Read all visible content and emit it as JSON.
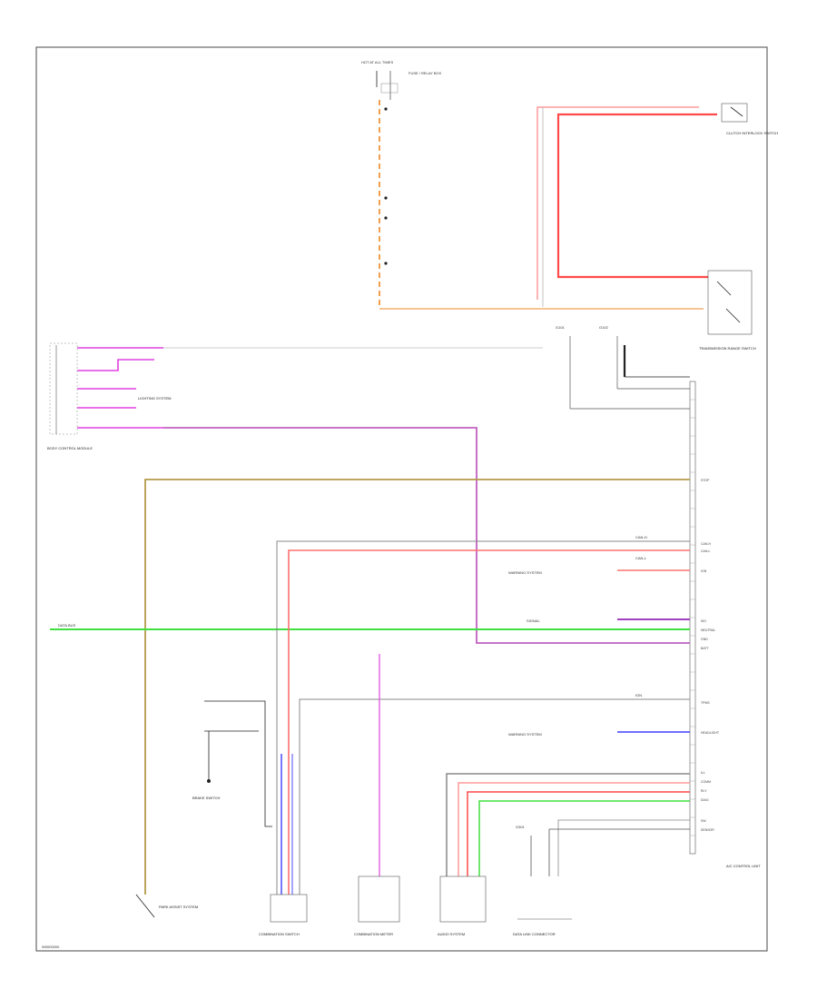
{
  "diagram": {
    "page_code": "W0000000",
    "ecu_name": "A/C CONTROL UNIT",
    "colors": {
      "frame": "#666666",
      "red": "#ff4a4a",
      "pink_red": "#ff9a9a",
      "orange": "#f0a050",
      "magenta": "#e040e0",
      "violet": "#c060c0",
      "tan": "#b59a4a",
      "green": "#40e040",
      "blue": "#4040ff",
      "gray": "#888888",
      "black": "#222222"
    },
    "components": {
      "hot_fuse_top": "HOT AT ALL TIMES",
      "fuse_box_top": "FUSE / RELAY BOX",
      "trans_range_switch": "TRANSMISSION RANGE SWITCH",
      "clutch_switch": "CLUTCH INTERLOCK SWITCH",
      "left_junction": "BODY CONTROL MODULE",
      "lighting_system": "LIGHTING SYSTEM",
      "g101": "G101",
      "g102": "G102",
      "brake_switch": "BRAKE SWITCH",
      "combination_meter": "COMBINATION METER",
      "combination_switch": "COMBINATION SWITCH",
      "park_assist": "PARK ASSIST SYSTEM",
      "audio_system": "AUDIO SYSTEM",
      "data_link": "DATA LINK CONNECTOR",
      "ground_g301": "G301",
      "warning_system": "WARNING SYSTEM"
    },
    "wire_labels": {
      "main_bus": "DATA BUS",
      "can_hi": "CAN-H",
      "can_lo": "CAN-L",
      "ignition": "IGN",
      "signal": "SIGNAL"
    },
    "ecu_pins": [
      "STOP",
      "CAN-H",
      "CAN-L",
      "IGN",
      "SIG",
      "NEUTRAL",
      "GND",
      "BATT",
      "TPMS",
      "HEADLIGHT",
      "ILL",
      "COMM",
      "RLY",
      "DIAG",
      "SW",
      "SENSOR"
    ]
  }
}
